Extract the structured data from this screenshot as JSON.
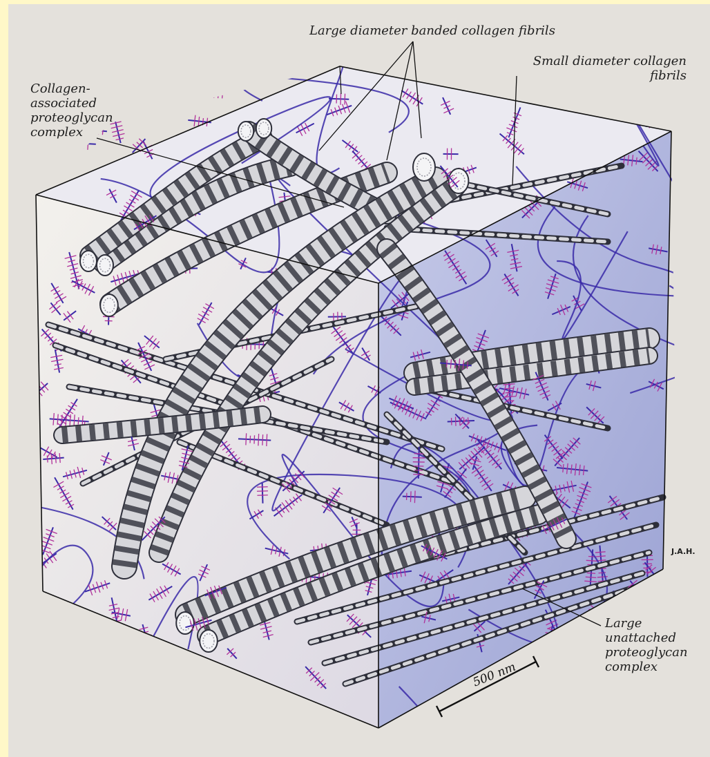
{
  "labels": {
    "large_banded": "Large diameter banded collagen fibrils",
    "small_diameter": "Small diameter collagen\nfibrils",
    "collagen_associated": "Collagen-\nassociated\nproteoglycan\ncomplex",
    "large_unattached": "Large\nunattached\nproteoglycan\ncomplex",
    "initials": "J.A.H.",
    "scale_bar": "500 nm"
  },
  "colors": {
    "page_border": "#fff8c8",
    "paper": "#e4e1dc",
    "cube_face_front": "#f4f2ee",
    "cube_face_right": "#aeb4de",
    "cube_face_top": "#ecebf2",
    "proteoglycan_core": "#3a2aa8",
    "proteoglycan_side": "#b0309a",
    "fibril_dark": "#2e2f3a",
    "fibril_light": "#d6d6da",
    "label_text": "#1e1e1e"
  }
}
